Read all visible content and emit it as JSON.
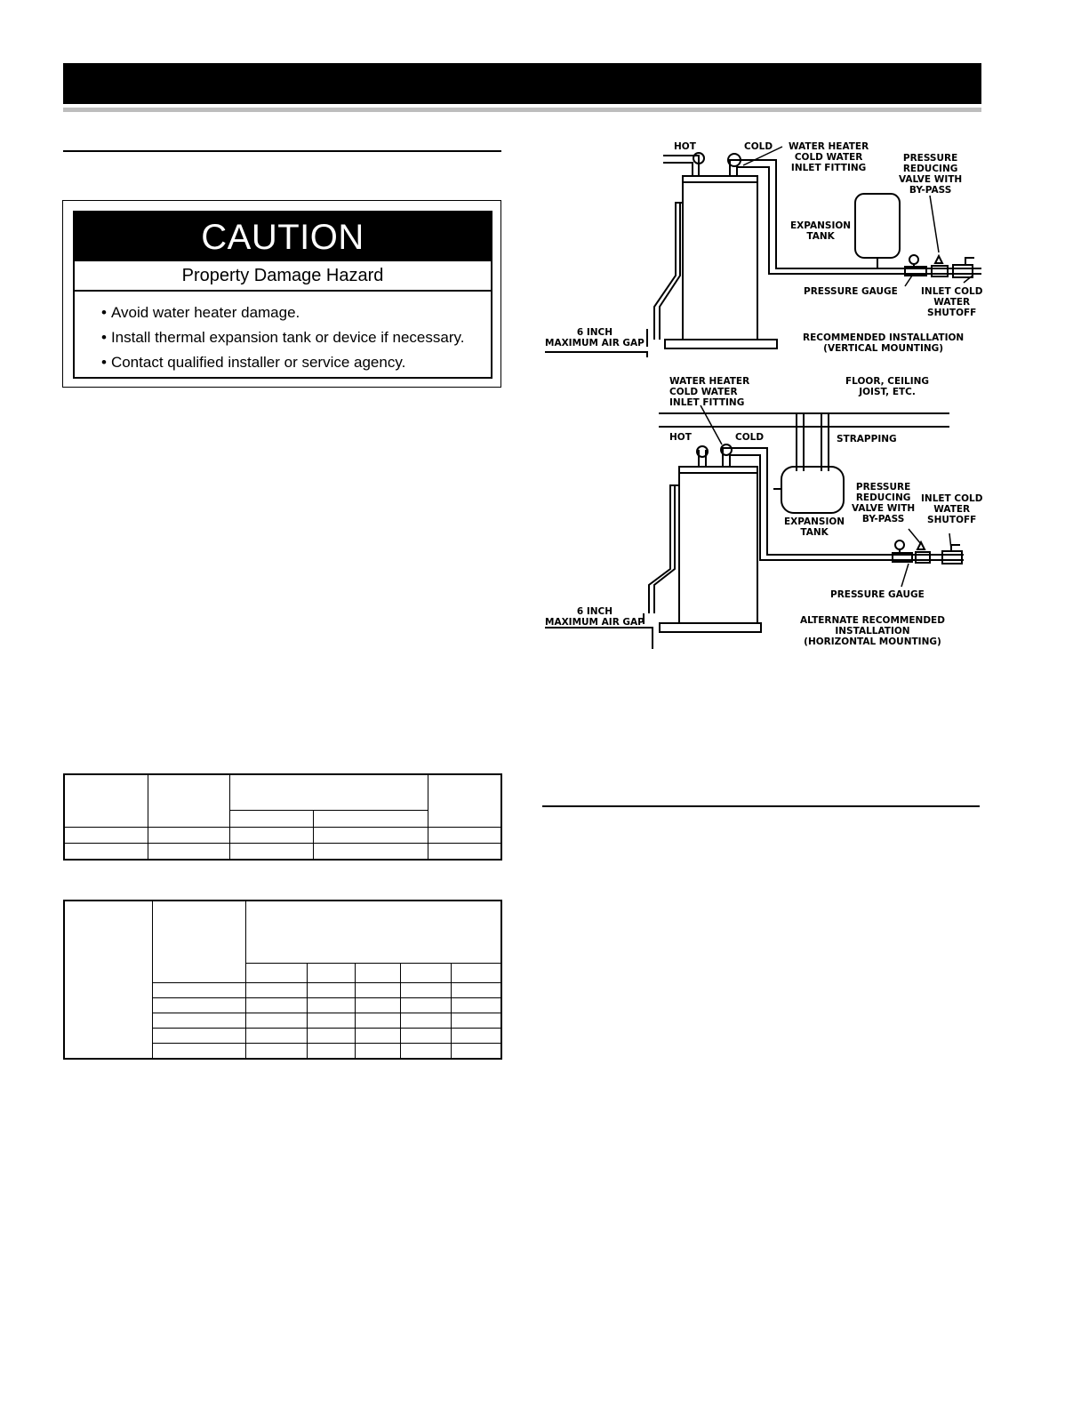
{
  "caution": {
    "title": "CAUTION",
    "subtitle": "Property Damage Hazard",
    "items": [
      "Avoid water heater damage.",
      "Install thermal expansion tank or device if necessary.",
      "Contact qualified installer or service agency."
    ]
  },
  "diagram_vertical": {
    "hot": "HOT",
    "cold": "COLD",
    "inlet_fitting": [
      "WATER HEATER",
      "COLD WATER",
      "INLET FITTING"
    ],
    "prv": [
      "PRESSURE",
      "REDUCING",
      "VALVE WITH",
      "BY-PASS"
    ],
    "expansion_tank": [
      "EXPANSION",
      "TANK"
    ],
    "pressure_gauge": "PRESSURE GAUGE",
    "inlet_shutoff": [
      "INLET COLD",
      "WATER",
      "SHUTOFF"
    ],
    "air_gap": [
      "6 INCH",
      "MAXIMUM AIR GAP"
    ],
    "caption": [
      "RECOMMENDED INSTALLATION",
      "(VERTICAL MOUNTING)"
    ]
  },
  "diagram_horizontal": {
    "inlet_fitting": [
      "WATER HEATER",
      "COLD WATER",
      "INLET FITTING"
    ],
    "floor": [
      "FLOOR, CEILING",
      "JOIST, ETC."
    ],
    "hot": "HOT",
    "cold": "COLD",
    "strapping": "STRAPPING",
    "prv": [
      "PRESSURE",
      "REDUCING",
      "VALVE WITH",
      "BY-PASS"
    ],
    "inlet_shutoff": [
      "INLET COLD",
      "WATER",
      "SHUTOFF"
    ],
    "expansion_tank": [
      "EXPANSION",
      "TANK"
    ],
    "pressure_gauge": "PRESSURE GAUGE",
    "air_gap": [
      "6 INCH",
      "MAXIMUM AIR GAP"
    ],
    "caption": [
      "ALTERNATE RECOMMENDED",
      "INSTALLATION",
      "(HORIZONTAL MOUNTING)"
    ]
  }
}
